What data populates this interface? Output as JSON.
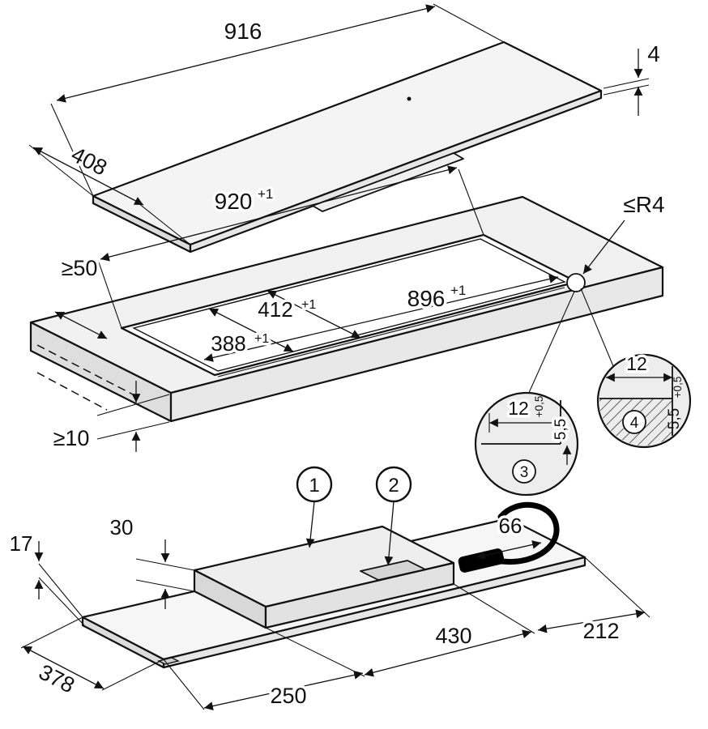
{
  "colors": {
    "line": "#111111",
    "surface_light": "#f2f2f2",
    "surface_mid": "#e6e6e6",
    "hole": "#ffffff",
    "cable": "#000000"
  },
  "top_view": {
    "length": "916",
    "depth": "408",
    "glass_thickness": "4"
  },
  "cutout_view": {
    "outer_length": "920",
    "outer_length_tol": "+1",
    "inner_length": "896",
    "inner_length_tol": "+1",
    "outer_depth": "412",
    "outer_depth_tol": "+1",
    "inner_depth": "388",
    "inner_depth_tol": "+1",
    "min_clearance": "≥50",
    "min_counter_thickness": "≥10",
    "max_corner_radius": "≤R4"
  },
  "detail_3": {
    "number": "3",
    "width": "12",
    "width_tol": "+0,5",
    "depth": "5,5"
  },
  "detail_4": {
    "number": "4",
    "width": "12",
    "width_tol": "+0,5",
    "depth": "5,5"
  },
  "bottom_view": {
    "callout_1": "1",
    "callout_2": "2",
    "edge_height": "17",
    "body_height": "30",
    "cable_offset": "66",
    "left_offset": "250",
    "body_length": "430",
    "right_offset": "212",
    "depth": "378"
  }
}
